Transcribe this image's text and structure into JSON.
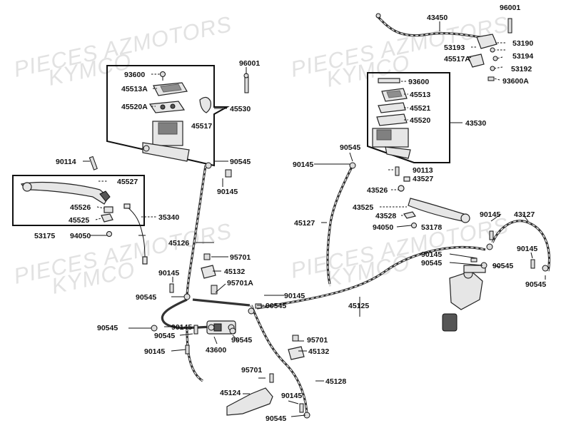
{
  "watermarks": [
    "PIECES AZMOTORS",
    "KYMCO",
    "PIECES AZMOTORS",
    "KYMCO",
    "PIECES AZMOTORS",
    "KYMCO",
    "PIECES AZMOTORS",
    "KYMCO"
  ],
  "labels": {
    "p43450": "43450",
    "p96001a": "96001",
    "p53193": "53193",
    "p53190": "53190",
    "p53194": "53194",
    "p45517A": "45517A",
    "p53192": "53192",
    "p93600A": "93600A",
    "p96001b": "96001",
    "p93600": "93600",
    "p45513A": "45513A",
    "p45520A": "45520A",
    "p45517": "45517",
    "p45530": "45530",
    "p93600r": "93600",
    "p45513": "45513",
    "p45521": "45521",
    "p45520": "45520",
    "p43530": "43530",
    "p90114": "90114",
    "p90545a": "90545",
    "p90145a": "90145",
    "p45527": "45527",
    "p45526": "45526",
    "p45525": "45525",
    "p53175": "53175",
    "p94050a": "94050",
    "p35340": "35340",
    "p90545b": "90545",
    "p90145b": "90145",
    "p90113": "90113",
    "p43527": "43527",
    "p43526": "43526",
    "p43525": "43525",
    "p43528": "43528",
    "p94050b": "94050",
    "p53178": "53178",
    "p45127": "45127",
    "p90145c": "90145",
    "p43127": "43127",
    "p45126": "45126",
    "p95701a": "95701",
    "p45132a": "45132",
    "p90145d": "90145",
    "p95701A": "95701A",
    "p90545c": "90545",
    "p90145e": "90145",
    "p90545d": "90545",
    "p45125": "45125",
    "p90545e": "90545",
    "p90145f": "90145",
    "p90545f": "90545",
    "p90145g": "90145",
    "p43600": "43600",
    "p90545g": "90545",
    "p95701b": "95701",
    "p45132b": "45132",
    "p90145h": "90145",
    "p90545h": "90545",
    "p90145i": "90145",
    "p90545i": "90545",
    "p95701c": "95701",
    "p45124": "45124",
    "p45128": "45128",
    "p90145j": "90145",
    "p90545j": "90545"
  }
}
